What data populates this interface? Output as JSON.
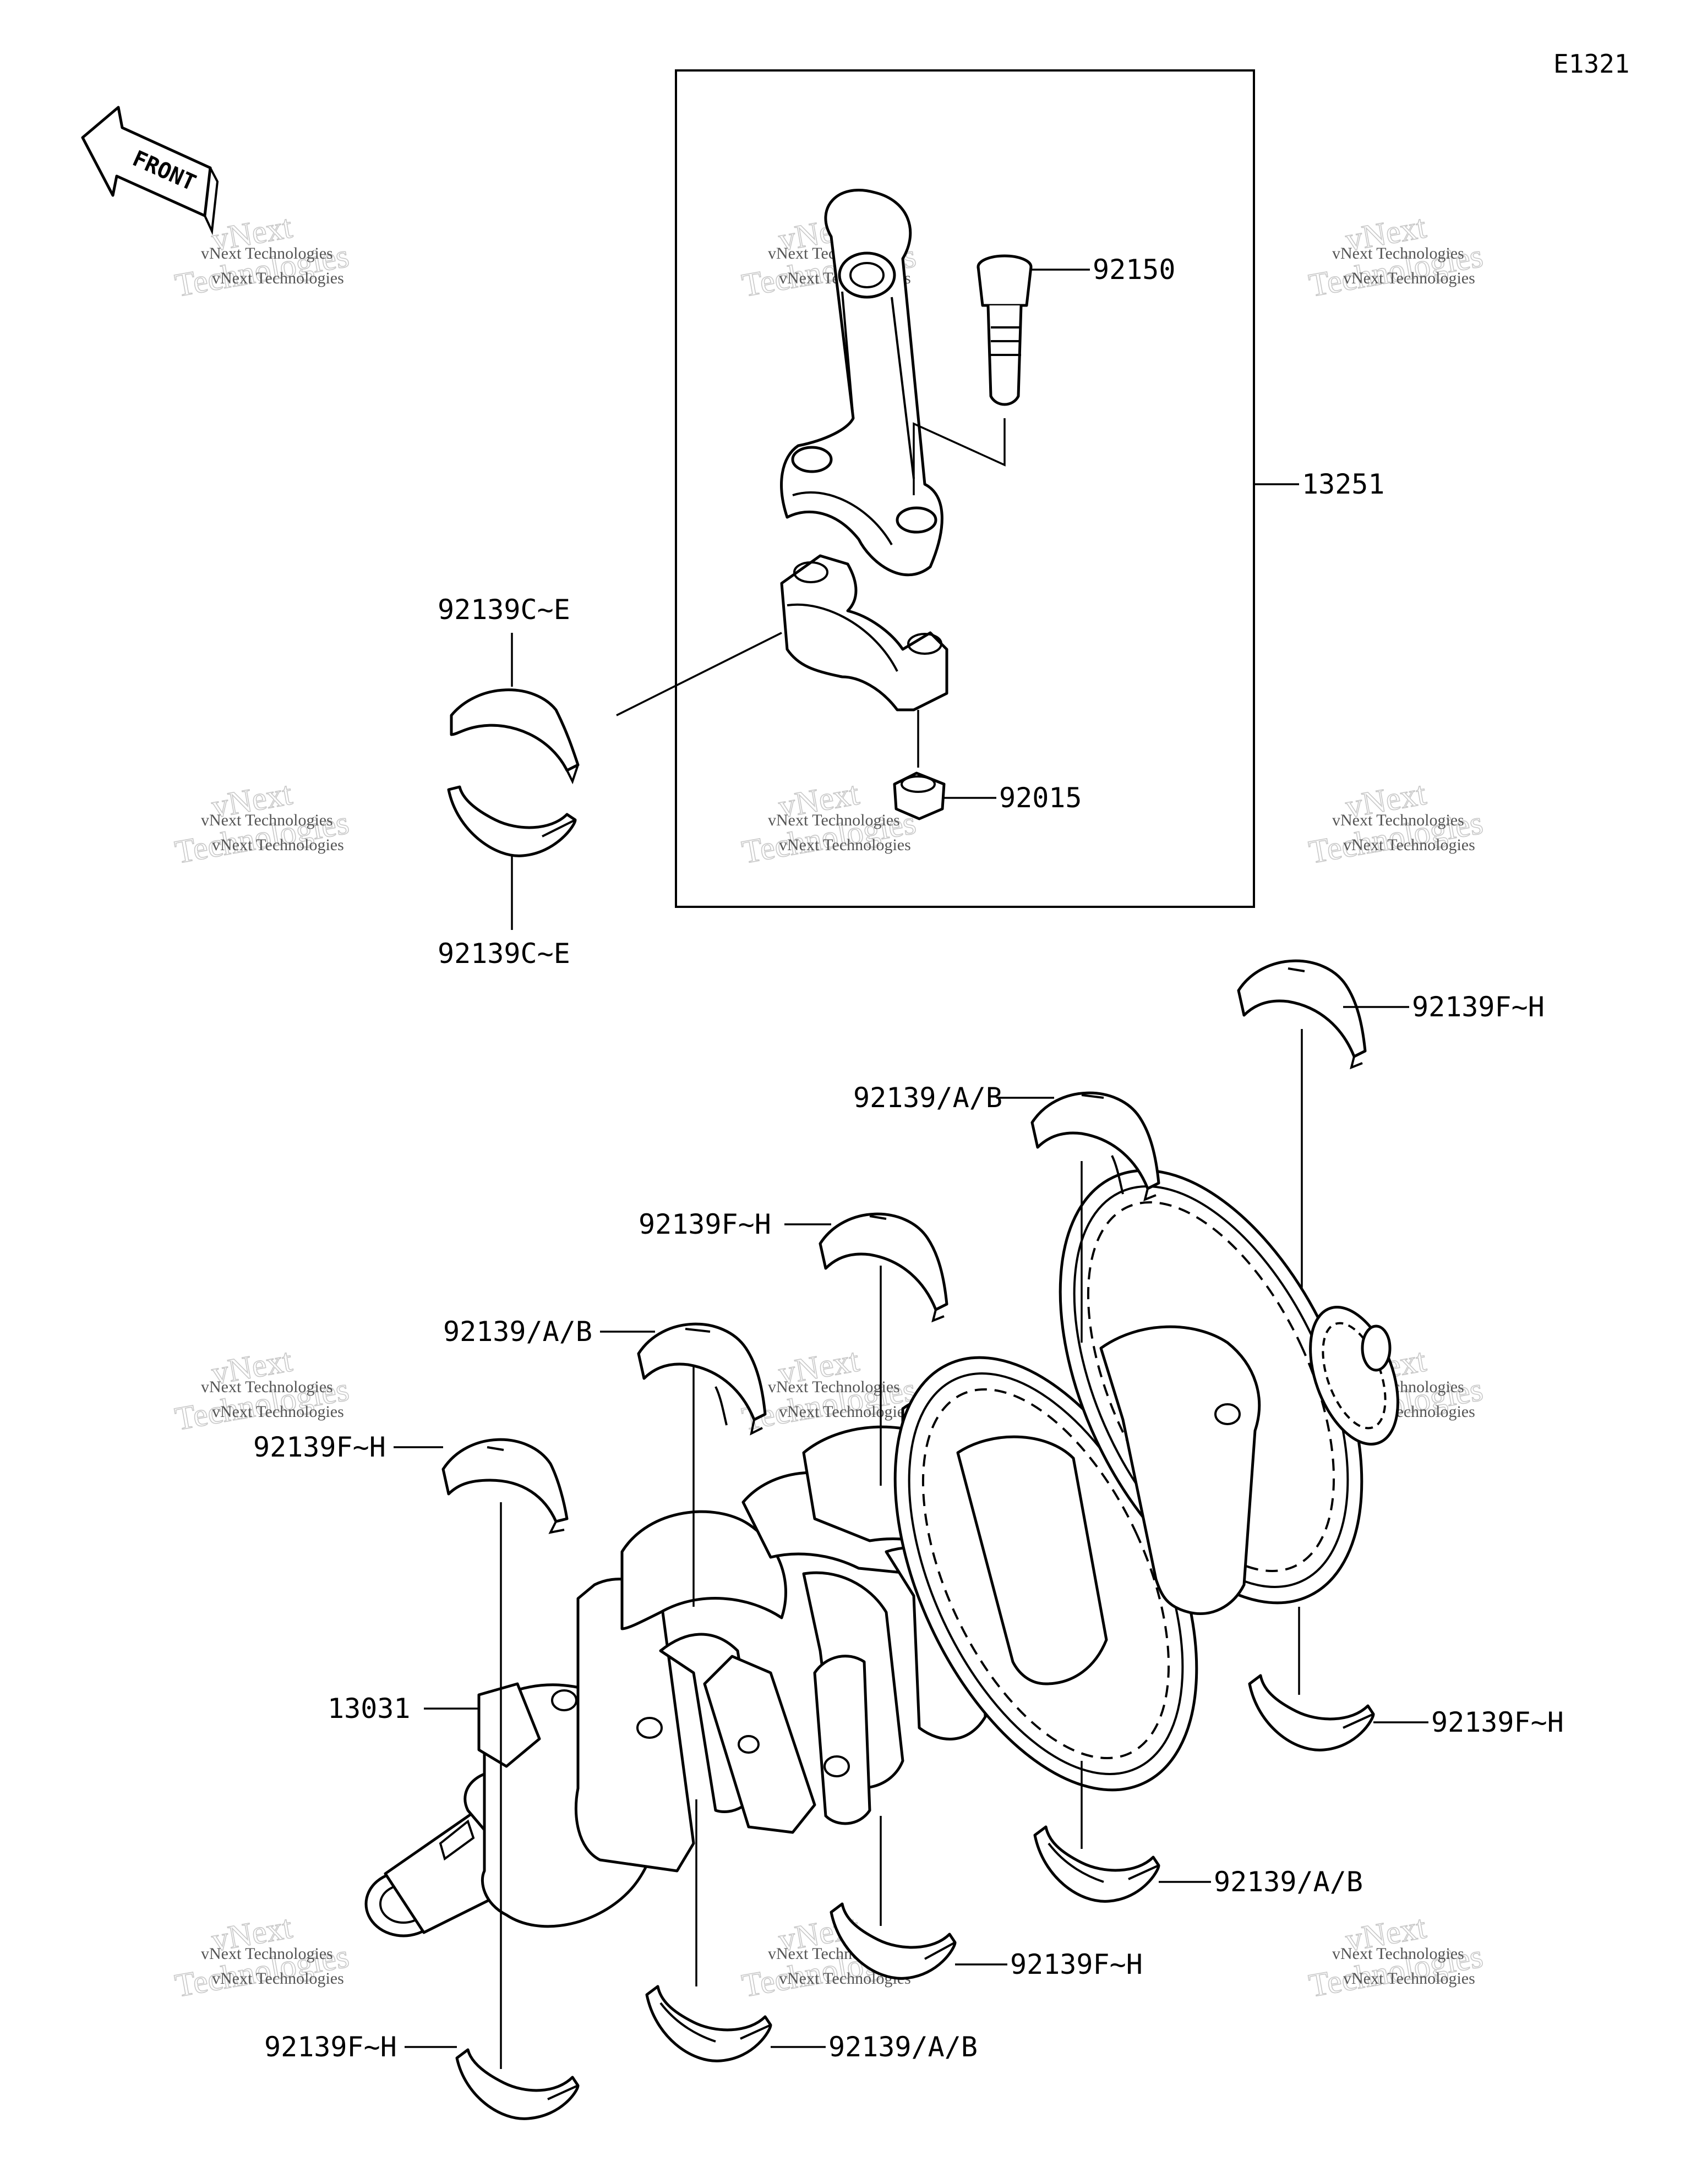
{
  "diagram": {
    "code": "E1321",
    "direction_label": "FRONT",
    "watermark_small": "vNext Technologies",
    "watermark_large_1": "vNext",
    "watermark_large_2": "Technologies",
    "callouts": {
      "bolt": "92150",
      "connecting_rod_assy": "13251",
      "rod_bearing_upper": "92139C~E",
      "rod_bearing_lower": "92139C~E",
      "nut": "92015",
      "main_bearing_top_right": "92139F~H",
      "main_bearing_upper_4": "92139/A/B",
      "main_bearing_upper_3": "92139F~H",
      "main_bearing_upper_2": "92139/A/B",
      "main_bearing_upper_1": "92139F~H",
      "crankshaft": "13031",
      "main_bearing_lower_5": "92139F~H",
      "main_bearing_lower_4": "92139/A/B",
      "main_bearing_lower_3": "92139F~H",
      "main_bearing_lower_2": "92139/A/B",
      "main_bearing_lower_1": "92139F~H"
    }
  }
}
